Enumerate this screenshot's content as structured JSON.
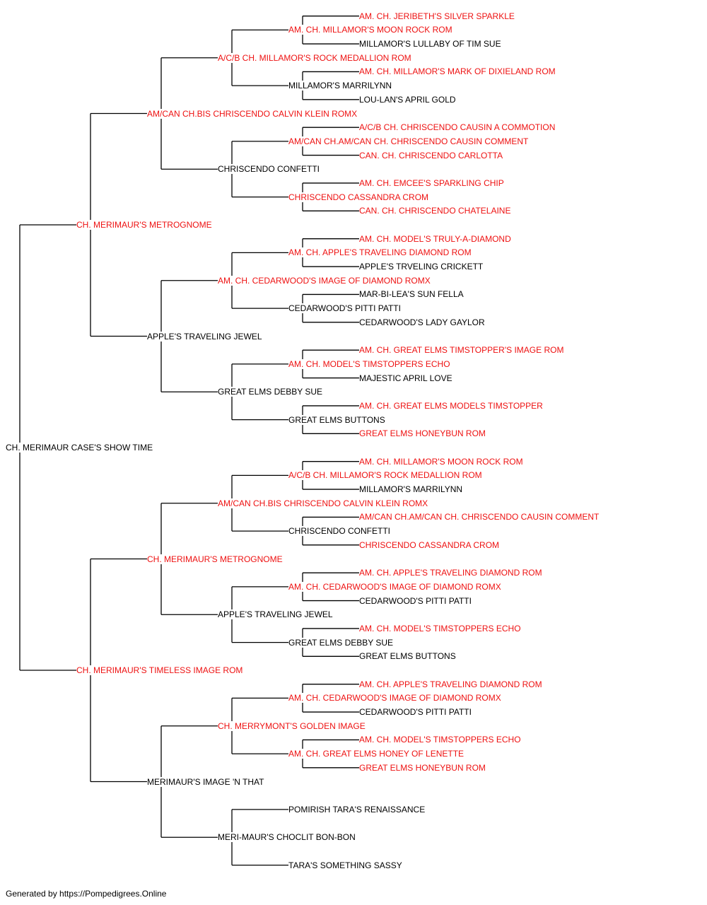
{
  "colors": {
    "champion": "#ee1111",
    "normal": "#000000",
    "line": "#000000"
  },
  "footer": "Generated by https://Pompedigrees.Online",
  "pedigree": {
    "name": "CH. MERIMAUR CASE'S SHOW TIME",
    "champion": false,
    "sire": {
      "name": "CH. MERIMAUR'S METROGNOME",
      "champion": true,
      "sire": {
        "name": "AM/CAN CH.BIS CHRISCENDO CALVIN KLEIN ROMX",
        "champion": true,
        "sire": {
          "name": "A/C/B CH. MILLAMOR'S ROCK MEDALLION ROM",
          "champion": true,
          "sire": {
            "name": "AM. CH. MILLAMOR'S MOON ROCK ROM",
            "champion": true,
            "sire": {
              "name": "AM. CH. JERIBETH'S SILVER SPARKLE",
              "champion": true
            },
            "dam": {
              "name": "MILLAMOR'S LULLABY OF TIM SUE",
              "champion": false
            }
          },
          "dam": {
            "name": "MILLAMOR'S MARRILYNN",
            "champion": false,
            "sire": {
              "name": "AM. CH. MILLAMOR'S MARK OF DIXIELAND ROM",
              "champion": true
            },
            "dam": {
              "name": "LOU-LAN'S APRIL GOLD",
              "champion": false
            }
          }
        },
        "dam": {
          "name": "CHRISCENDO CONFETTI",
          "champion": false,
          "sire": {
            "name": "AM/CAN CH.AM/CAN CH. CHRISCENDO CAUSIN COMMENT",
            "champion": true,
            "sire": {
              "name": "A/C/B CH. CHRISCENDO CAUSIN A COMMOTION",
              "champion": true
            },
            "dam": {
              "name": "CAN. CH. CHRISCENDO CARLOTTA",
              "champion": true
            }
          },
          "dam": {
            "name": "CHRISCENDO CASSANDRA CROM",
            "champion": true,
            "sire": {
              "name": "AM. CH. EMCEE'S SPARKLING CHIP",
              "champion": true
            },
            "dam": {
              "name": "CAN. CH. CHRISCENDO CHATELAINE",
              "champion": true
            }
          }
        }
      },
      "dam": {
        "name": "APPLE'S TRAVELING JEWEL",
        "champion": false,
        "sire": {
          "name": "AM. CH. CEDARWOOD'S IMAGE OF DIAMOND ROMX",
          "champion": true,
          "sire": {
            "name": "AM. CH. APPLE'S TRAVELING DIAMOND ROM",
            "champion": true,
            "sire": {
              "name": "AM. CH. MODEL'S TRULY-A-DIAMOND",
              "champion": true
            },
            "dam": {
              "name": "APPLE'S TRVELING CRICKETT",
              "champion": false
            }
          },
          "dam": {
            "name": "CEDARWOOD'S PITTI PATTI",
            "champion": false,
            "sire": {
              "name": "MAR-BI-LEA'S SUN FELLA",
              "champion": false
            },
            "dam": {
              "name": "CEDARWOOD'S LADY GAYLOR",
              "champion": false
            }
          }
        },
        "dam": {
          "name": "GREAT ELMS DEBBY SUE",
          "champion": false,
          "sire": {
            "name": "AM. CH. MODEL'S TIMSTOPPERS ECHO",
            "champion": true,
            "sire": {
              "name": "AM. CH. GREAT ELMS TIMSTOPPER'S IMAGE ROM",
              "champion": true
            },
            "dam": {
              "name": "MAJESTIC APRIL LOVE",
              "champion": false
            }
          },
          "dam": {
            "name": "GREAT ELMS BUTTONS",
            "champion": false,
            "sire": {
              "name": "AM. CH. GREAT ELMS MODELS TIMSTOPPER",
              "champion": true
            },
            "dam": {
              "name": "GREAT ELMS HONEYBUN ROM",
              "champion": true
            }
          }
        }
      }
    },
    "dam": {
      "name": "CH. MERIMAUR'S TIMELESS IMAGE ROM",
      "champion": true,
      "sire": {
        "name": "CH. MERIMAUR'S METROGNOME",
        "champion": true,
        "sire": {
          "name": "AM/CAN CH.BIS CHRISCENDO CALVIN KLEIN ROMX",
          "champion": true,
          "sire": {
            "name": "A/C/B CH. MILLAMOR'S ROCK MEDALLION ROM",
            "champion": true,
            "sire": {
              "name": "AM. CH. MILLAMOR'S MOON ROCK ROM",
              "champion": true
            },
            "dam": {
              "name": "MILLAMOR'S MARRILYNN",
              "champion": false
            }
          },
          "dam": {
            "name": "CHRISCENDO CONFETTI",
            "champion": false,
            "sire": {
              "name": "AM/CAN CH.AM/CAN CH. CHRISCENDO CAUSIN COMMENT",
              "champion": true
            },
            "dam": {
              "name": "CHRISCENDO CASSANDRA CROM",
              "champion": true
            }
          }
        },
        "dam": {
          "name": "APPLE'S TRAVELING JEWEL",
          "champion": false,
          "sire": {
            "name": "AM. CH. CEDARWOOD'S IMAGE OF DIAMOND ROMX",
            "champion": true,
            "sire": {
              "name": "AM. CH. APPLE'S TRAVELING DIAMOND ROM",
              "champion": true
            },
            "dam": {
              "name": "CEDARWOOD'S PITTI PATTI",
              "champion": false
            }
          },
          "dam": {
            "name": "GREAT ELMS DEBBY SUE",
            "champion": false,
            "sire": {
              "name": "AM. CH. MODEL'S TIMSTOPPERS ECHO",
              "champion": true
            },
            "dam": {
              "name": "GREAT ELMS BUTTONS",
              "champion": false
            }
          }
        }
      },
      "dam": {
        "name": "MERIMAUR'S IMAGE 'N THAT",
        "champion": false,
        "sire": {
          "name": "CH. MERRYMONT'S GOLDEN IMAGE",
          "champion": true,
          "sire": {
            "name": "AM. CH. CEDARWOOD'S IMAGE OF DIAMOND ROMX",
            "champion": true,
            "sire": {
              "name": "AM. CH. APPLE'S TRAVELING DIAMOND ROM",
              "champion": true
            },
            "dam": {
              "name": "CEDARWOOD'S PITTI PATTI",
              "champion": false
            }
          },
          "dam": {
            "name": "AM. CH. GREAT ELMS HONEY OF LENETTE",
            "champion": true,
            "sire": {
              "name": "AM. CH. MODEL'S TIMSTOPPERS ECHO",
              "champion": true
            },
            "dam": {
              "name": "GREAT ELMS HONEYBUN ROM",
              "champion": true
            }
          }
        },
        "dam": {
          "name": "MERI-MAUR'S CHOCLIT BON-BON",
          "champion": false,
          "sire": {
            "name": "POMIRISH TARA'S RENAISSANCE",
            "champion": false
          },
          "dam": {
            "name": "TARA'S SOMETHING SASSY",
            "champion": false
          }
        }
      }
    }
  }
}
